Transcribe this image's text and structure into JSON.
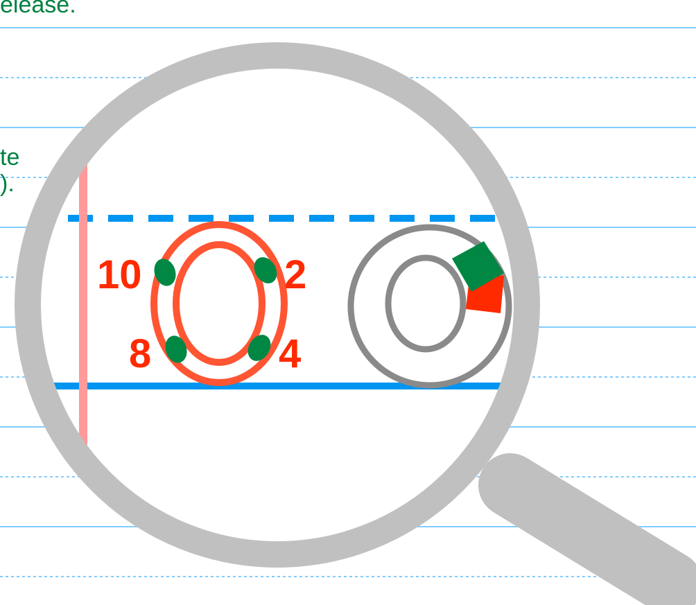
{
  "page": {
    "background_text": {
      "line1": "elease.",
      "line2": "te",
      "line3": ")."
    }
  },
  "demo": {
    "guide_numbers": [
      "10",
      "2",
      "8",
      "4"
    ],
    "letter": "O"
  },
  "colors": {
    "text_green": "#008040",
    "ruled_line": "#80ccff",
    "guide_blue": "#0095f0",
    "trace_red": "#ff5533",
    "number_red": "#ff2a00",
    "dot_green": "#008744",
    "outline_gray": "#8a8a8a",
    "lens_gray": "#c0c0c0",
    "margin_pink": "#ff9a9a"
  },
  "icons": {
    "magnifier": "magnifying-glass-icon",
    "start_marker": "start-arrow-icon"
  }
}
